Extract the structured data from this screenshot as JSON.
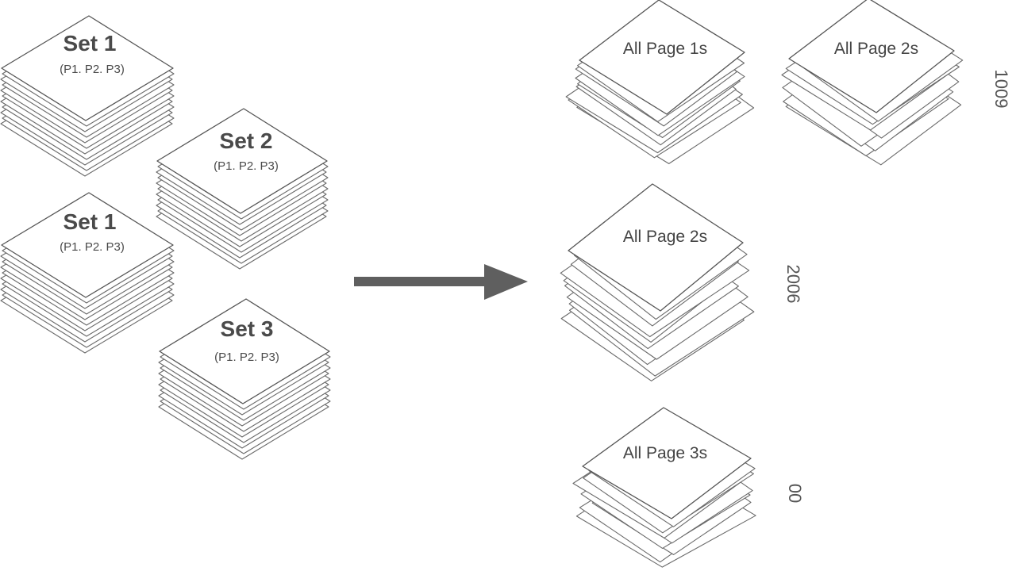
{
  "source_sets": [
    {
      "title": "Set 1",
      "pages": "(P1. P2. P3)"
    },
    {
      "title": "Set 2",
      "pages": "(P1. P2. P3)"
    },
    {
      "title": "Set 1",
      "pages": "(P1. P2. P3)"
    },
    {
      "title": "Set 3",
      "pages": "(P1. P2. P3)"
    }
  ],
  "collated_piles": [
    {
      "label": "All Page 1s"
    },
    {
      "label": "All Page 2s"
    },
    {
      "label": "All Page 2s"
    },
    {
      "label": "All Page 3s"
    }
  ],
  "side_notes": [
    "1009",
    "2006",
    "00"
  ],
  "colors": {
    "stroke": "#6a6a6a",
    "arrow": "#5f5f5f",
    "text": "#4a4a4a"
  }
}
